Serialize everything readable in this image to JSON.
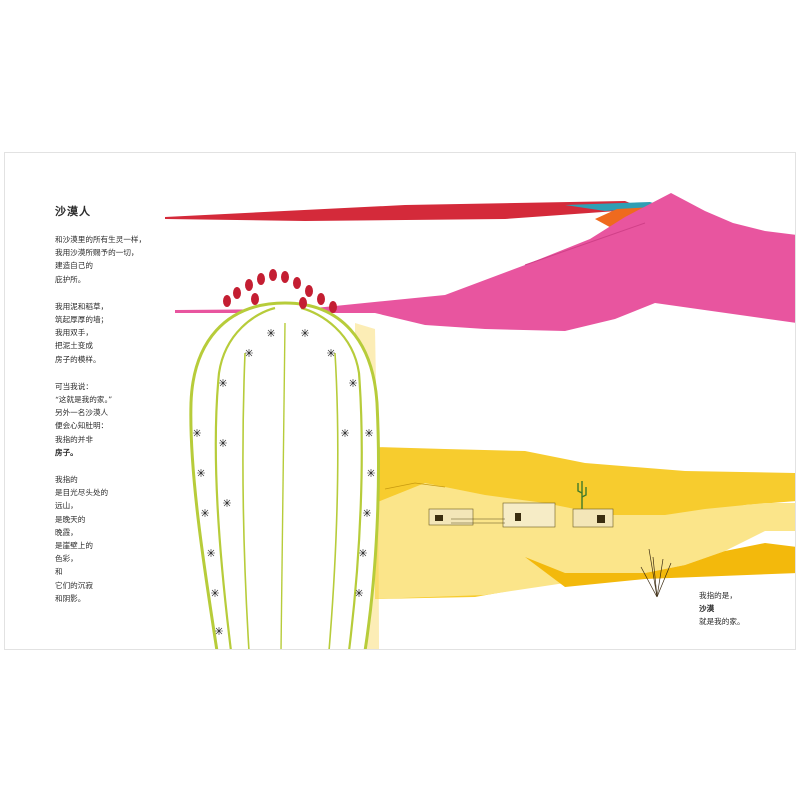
{
  "poem": {
    "title": "沙漠人",
    "stanzas": [
      [
        "和沙漠里的所有生灵一样，",
        "我用沙漠所赐予的一切，",
        "建造自己的",
        "庇护所。"
      ],
      [
        "我用泥和稻草，",
        "筑起厚厚的墙；",
        "我用双手，",
        "把泥土变成",
        "房子的模样。"
      ],
      [
        "可当我说：",
        "“这就是我的家。”",
        "另外一名沙漠人",
        "便会心知肚明：",
        "我指的并非",
        "房子。"
      ],
      [
        "我指的",
        "是目光尽头处的",
        "远山，",
        "是晚天的",
        "晚霞，",
        "是崖壁上的",
        "色彩，",
        "和",
        "它们的沉寂",
        "和阴影。"
      ]
    ]
  },
  "caption": {
    "lines": [
      "我指的是，",
      "沙漠",
      "就是我的家。"
    ]
  },
  "colors": {
    "mountain": "#e8559f",
    "sky_red": "#d42a3a",
    "sky_teal": "#2f9fb4",
    "sky_orange": "#ef6a1e",
    "desert_yellow": "#f7cc2e",
    "desert_pale": "#fbe58a",
    "cactus_green": "#b7cc3a",
    "cactus_flower": "#c41e32"
  }
}
